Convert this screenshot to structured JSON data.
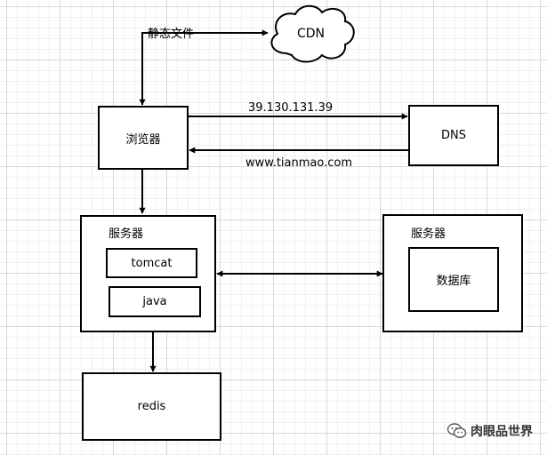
{
  "nodes": {
    "cdn": "CDN",
    "browser": "浏览器",
    "dns": "DNS",
    "server_left": "服务器",
    "tomcat": "tomcat",
    "java": "java",
    "server_right": "服务器",
    "database": "数据库",
    "redis": "redis"
  },
  "edges": {
    "static_files": "静态文件",
    "ip": "39.130.131.39",
    "domain": "www.tianmao.com"
  },
  "watermark": "肉眼品世界",
  "colors": {
    "stroke": "#000000",
    "grid": "#d9d9d9"
  }
}
